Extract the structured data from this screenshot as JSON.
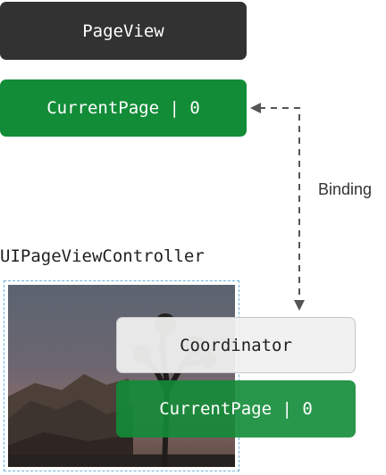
{
  "diagram": {
    "pageview_label": "PageView",
    "currentpage_top_label": "CurrentPage | 0",
    "binding_label": "Binding",
    "uipageviewcontroller_label": "UIPageViewController",
    "coordinator_label": "Coordinator",
    "currentpage_bottom_label": "CurrentPage | 0"
  },
  "colors": {
    "pageview_bg": "#323232",
    "currentpage_green": "#128c37",
    "frame_dash": "#6fb0dc",
    "connector": "#555555"
  }
}
